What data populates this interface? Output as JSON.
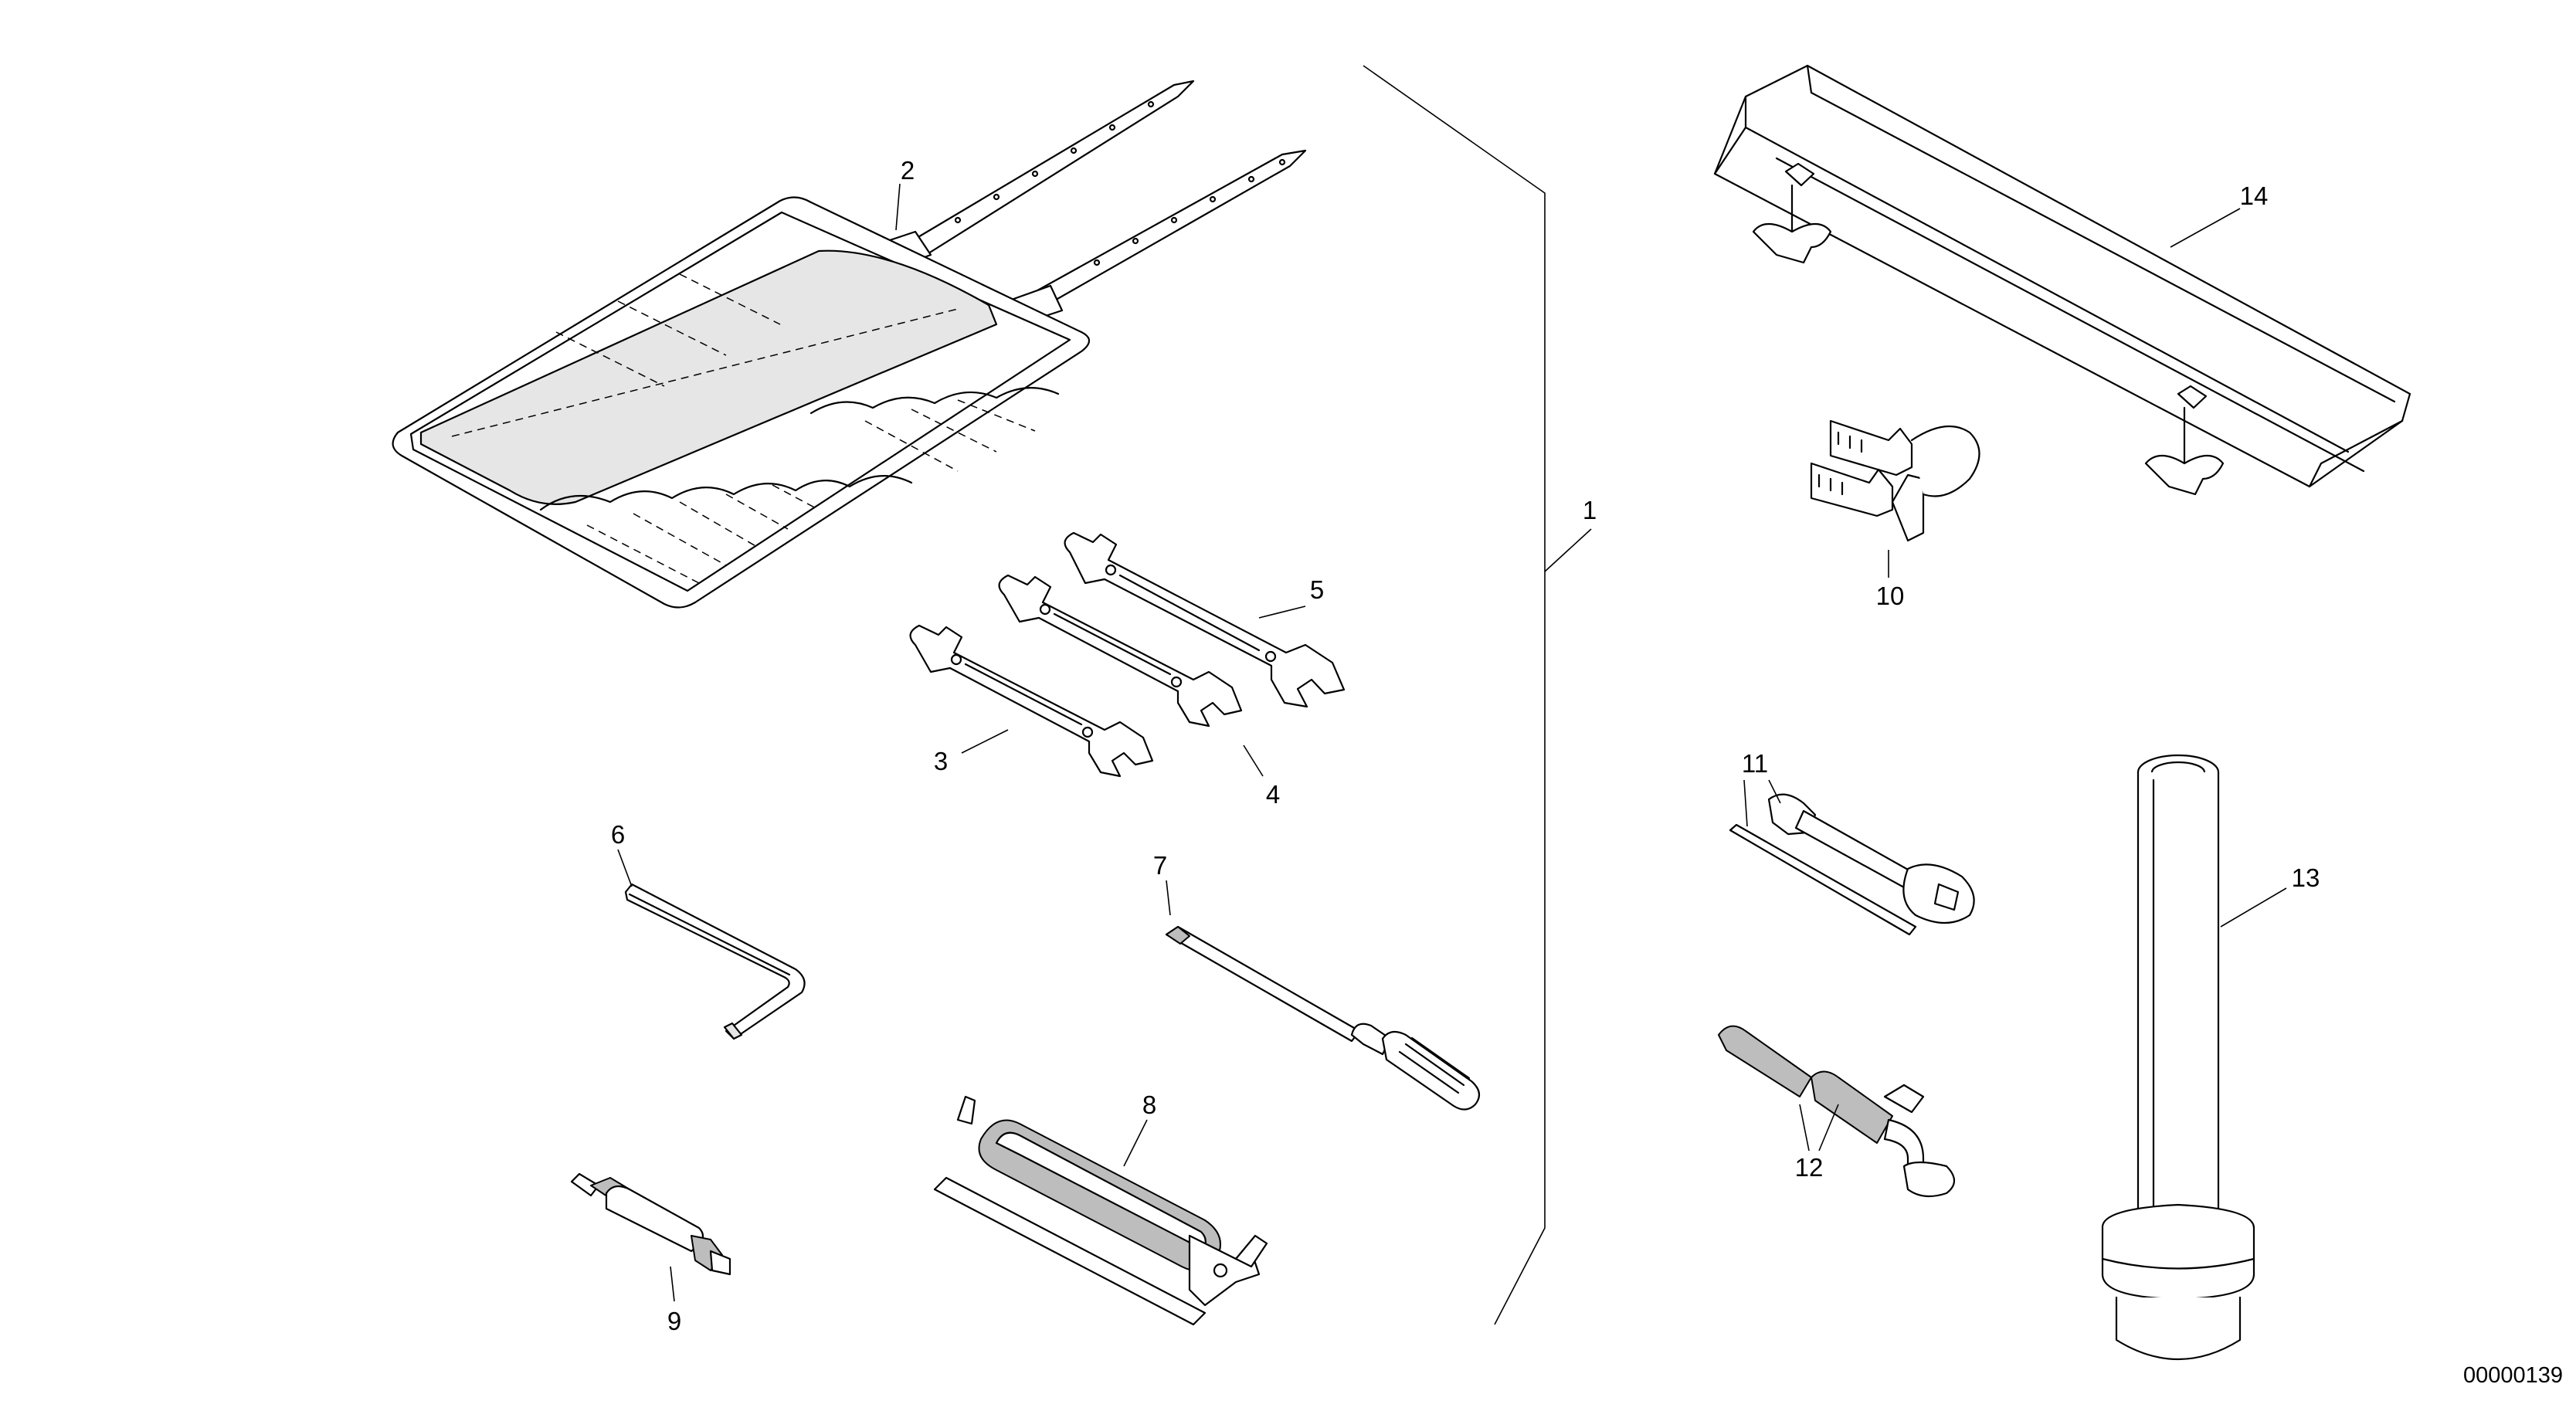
{
  "drawing": {
    "document_number": "00000139",
    "callouts": [
      {
        "id": "1",
        "label": "1"
      },
      {
        "id": "2",
        "label": "2"
      },
      {
        "id": "3",
        "label": "3"
      },
      {
        "id": "4",
        "label": "4"
      },
      {
        "id": "5",
        "label": "5"
      },
      {
        "id": "6",
        "label": "6"
      },
      {
        "id": "7",
        "label": "7"
      },
      {
        "id": "8",
        "label": "8"
      },
      {
        "id": "9",
        "label": "9"
      },
      {
        "id": "10",
        "label": "10"
      },
      {
        "id": "11",
        "label": "11"
      },
      {
        "id": "12",
        "label": "12"
      },
      {
        "id": "13",
        "label": "13"
      },
      {
        "id": "14",
        "label": "14"
      }
    ]
  }
}
